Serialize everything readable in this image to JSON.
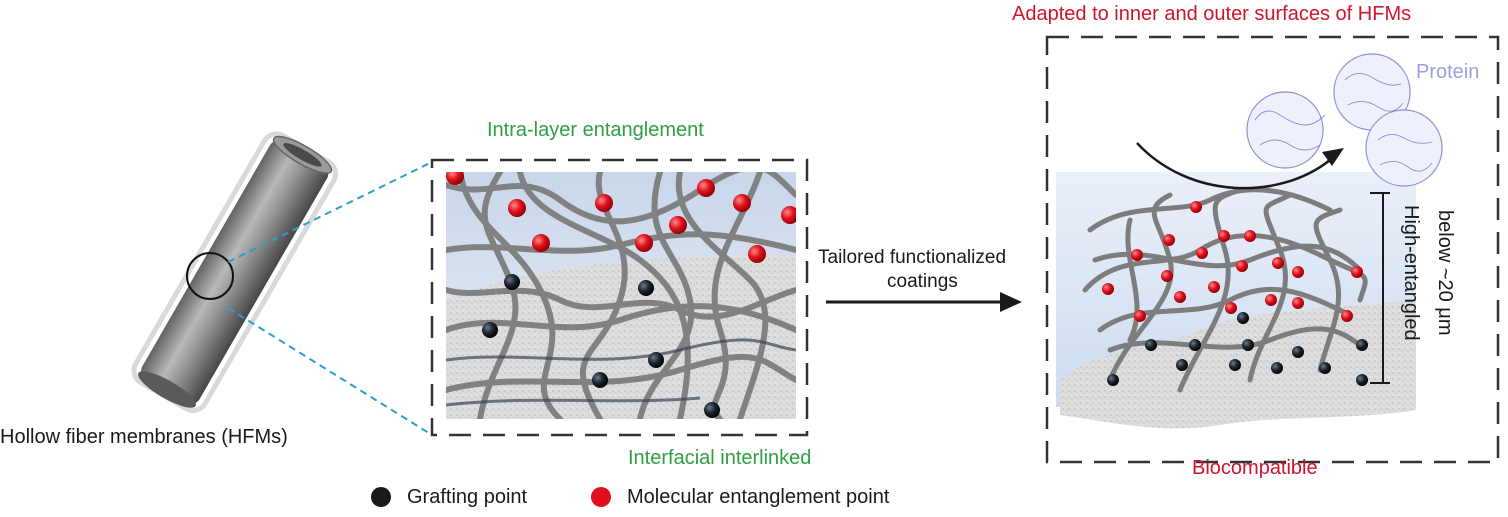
{
  "labels": {
    "hfm": "Hollow fiber membranes (HFMs)",
    "intra_layer": "Intra-layer entanglement",
    "interfacial": "Interfacial interlinked",
    "arrow_line1": "Tailored functionalized",
    "arrow_line2": "coatings",
    "adapted": "Adapted to inner and outer surfaces of HFMs",
    "protein": "Protein",
    "biocompatible": "Biocompatible",
    "high_entangled": "High-entangled",
    "thickness": "below ~20 μm"
  },
  "legend": {
    "grafting": "Grafting point",
    "entanglement": "Molecular entanglement point"
  },
  "colors": {
    "green": "#2ea043",
    "red": "#d0142c",
    "entanglement_dot": "#e0101c",
    "grafting_dot": "#1a1a1a",
    "connector": "#2a9fd0",
    "protein": "#9aa0dd"
  }
}
